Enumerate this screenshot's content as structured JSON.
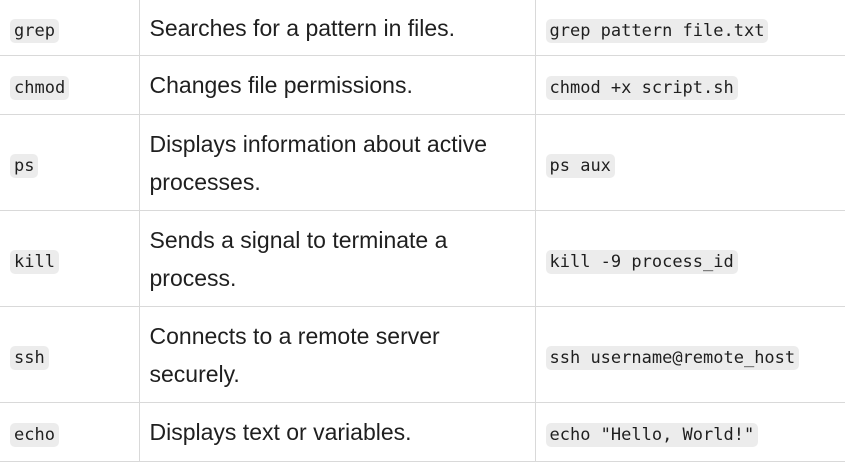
{
  "rows": [
    {
      "command": "grep",
      "description": "Searches for a pattern in files.",
      "example": "grep pattern file.txt"
    },
    {
      "command": "chmod",
      "description": "Changes file permissions.",
      "example": "chmod +x script.sh"
    },
    {
      "command": "ps",
      "description": "Displays information about active processes.",
      "example": "ps aux"
    },
    {
      "command": "kill",
      "description": "Sends a signal to terminate a process.",
      "example": "kill -9 process_id"
    },
    {
      "command": "ssh",
      "description": "Connects to a remote server securely.",
      "example": "ssh username@remote_host"
    },
    {
      "command": "echo",
      "description": "Displays text or variables.",
      "example": "echo \"Hello, World!\""
    }
  ]
}
